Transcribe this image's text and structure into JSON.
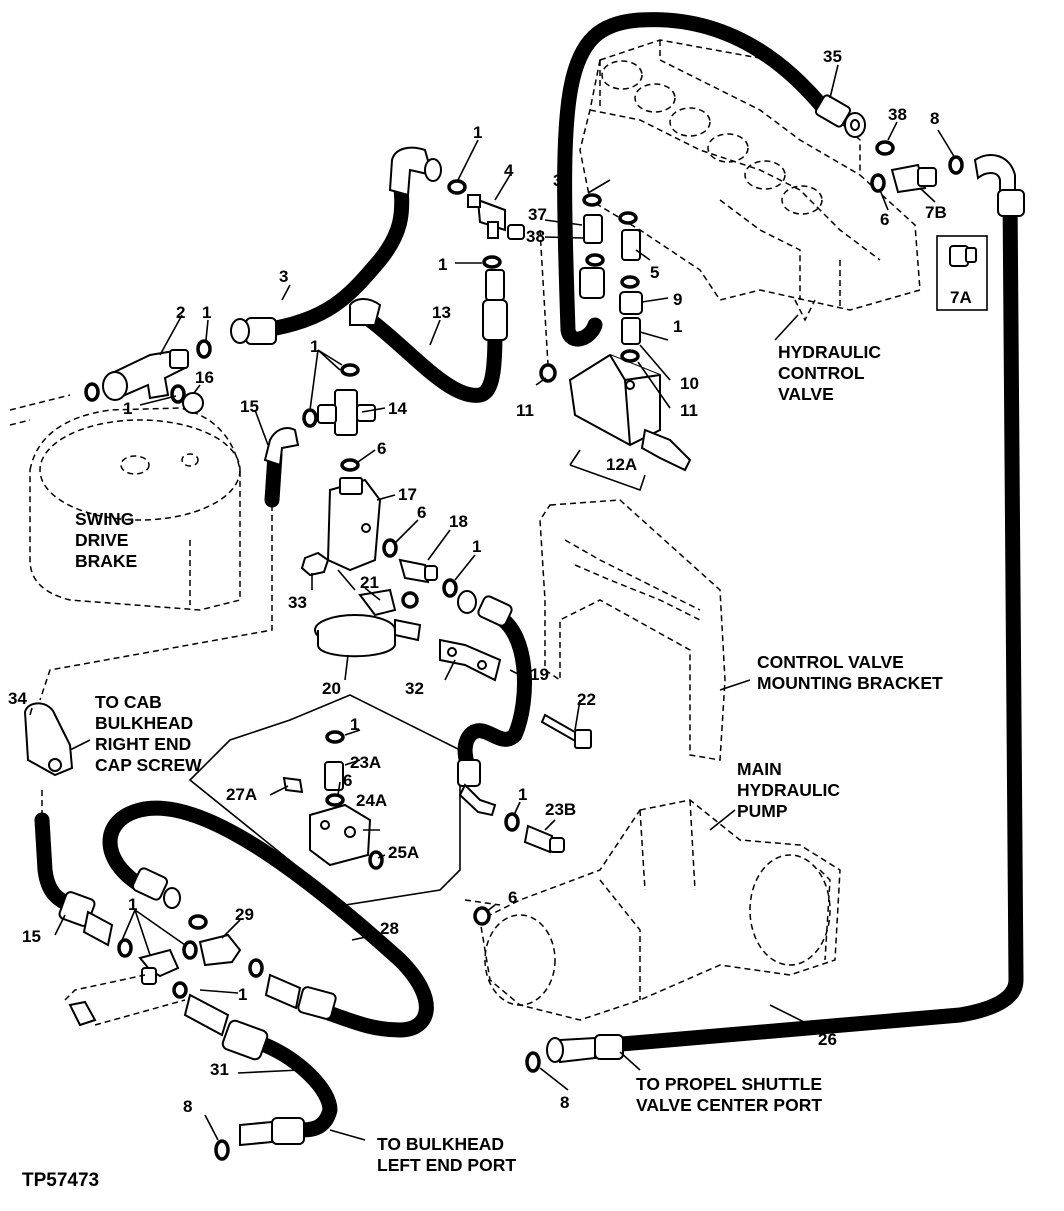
{
  "figure_id": "TP57473",
  "callouts": {
    "c1a": "1",
    "c1b": "1",
    "c1c": "1",
    "c1d": "1",
    "c1e": "1",
    "c1f": "1",
    "c1g": "1",
    "c1h": "1",
    "c1i": "1",
    "c1j": "1",
    "c1k": "1",
    "c2": "2",
    "c3": "3",
    "c4": "4",
    "c5": "5",
    "c6a": "6",
    "c6b": "6",
    "c6c": "6",
    "c6d": "6",
    "c6e": "6",
    "c7a": "7A",
    "c7b": "7B",
    "c8a": "8",
    "c8b": "8",
    "c8c": "8",
    "c9": "9",
    "c10": "10",
    "c11a": "11",
    "c11b": "11",
    "c12a": "12A",
    "c13": "13",
    "c14": "14",
    "c15a": "15",
    "c15b": "15",
    "c16": "16",
    "c17": "17",
    "c18": "18",
    "c19": "19",
    "c20": "20",
    "c21": "21",
    "c22": "22",
    "c23a": "23A",
    "c23b": "23B",
    "c24a": "24A",
    "c25a": "25A",
    "c26": "26",
    "c27a": "27A",
    "c28": "28",
    "c29": "29",
    "c31": "31",
    "c32": "32",
    "c33": "33",
    "c34": "34",
    "c35": "35",
    "c36": "36",
    "c37": "37",
    "c38a": "38",
    "c38b": "38"
  },
  "captions": {
    "hydraulic_control_valve": [
      "HYDRAULIC",
      "CONTROL",
      "VALVE"
    ],
    "swing_drive_brake": [
      "SWING",
      "DRIVE",
      "BRAKE"
    ],
    "control_valve_mounting_bracket": [
      "CONTROL VALVE",
      "MOUNTING BRACKET"
    ],
    "main_hydraulic_pump": [
      "MAIN",
      "HYDRAULIC",
      "PUMP"
    ],
    "to_cab_bulkhead": [
      "TO CAB",
      "BULKHEAD",
      "RIGHT END",
      "CAP SCREW"
    ],
    "to_propel_shuttle": [
      "TO PROPEL SHUTTLE",
      "VALVE CENTER PORT"
    ],
    "to_bulkhead_left": [
      "TO BULKHEAD",
      "LEFT END PORT"
    ]
  }
}
